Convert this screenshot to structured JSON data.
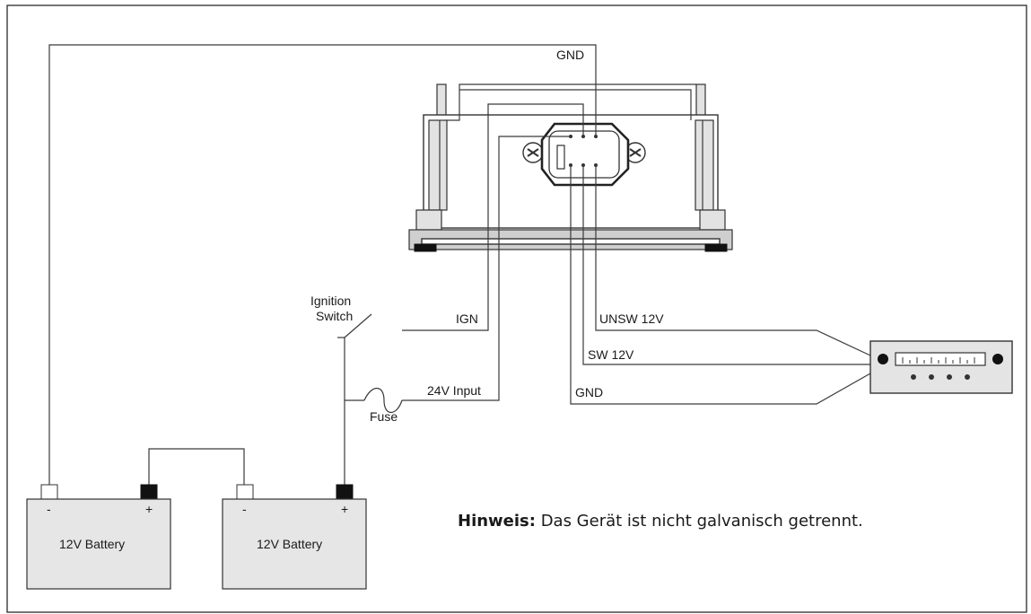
{
  "labels": {
    "gnd_top": "GND",
    "unsw": "UNSW 12V",
    "sw": "SW 12V",
    "gnd_bottom": "GND",
    "ign": "IGN",
    "input_24v": "24V Input",
    "ignition_line1": "Ignition",
    "ignition_line2": "Switch",
    "fuse": "Fuse"
  },
  "batteries": [
    {
      "name": "12V Battery",
      "neg": "-",
      "pos": "+"
    },
    {
      "name": "12V Battery",
      "neg": "-",
      "pos": "+"
    }
  ],
  "note": {
    "bold": "Hinweis:",
    "text": " Das Gerät ist nicht galvanisch getrennt."
  },
  "icons": [
    "display-unit-icon",
    "connector-icon",
    "ignition-switch-icon",
    "fuse-icon",
    "radio-icon",
    "battery-icon"
  ]
}
